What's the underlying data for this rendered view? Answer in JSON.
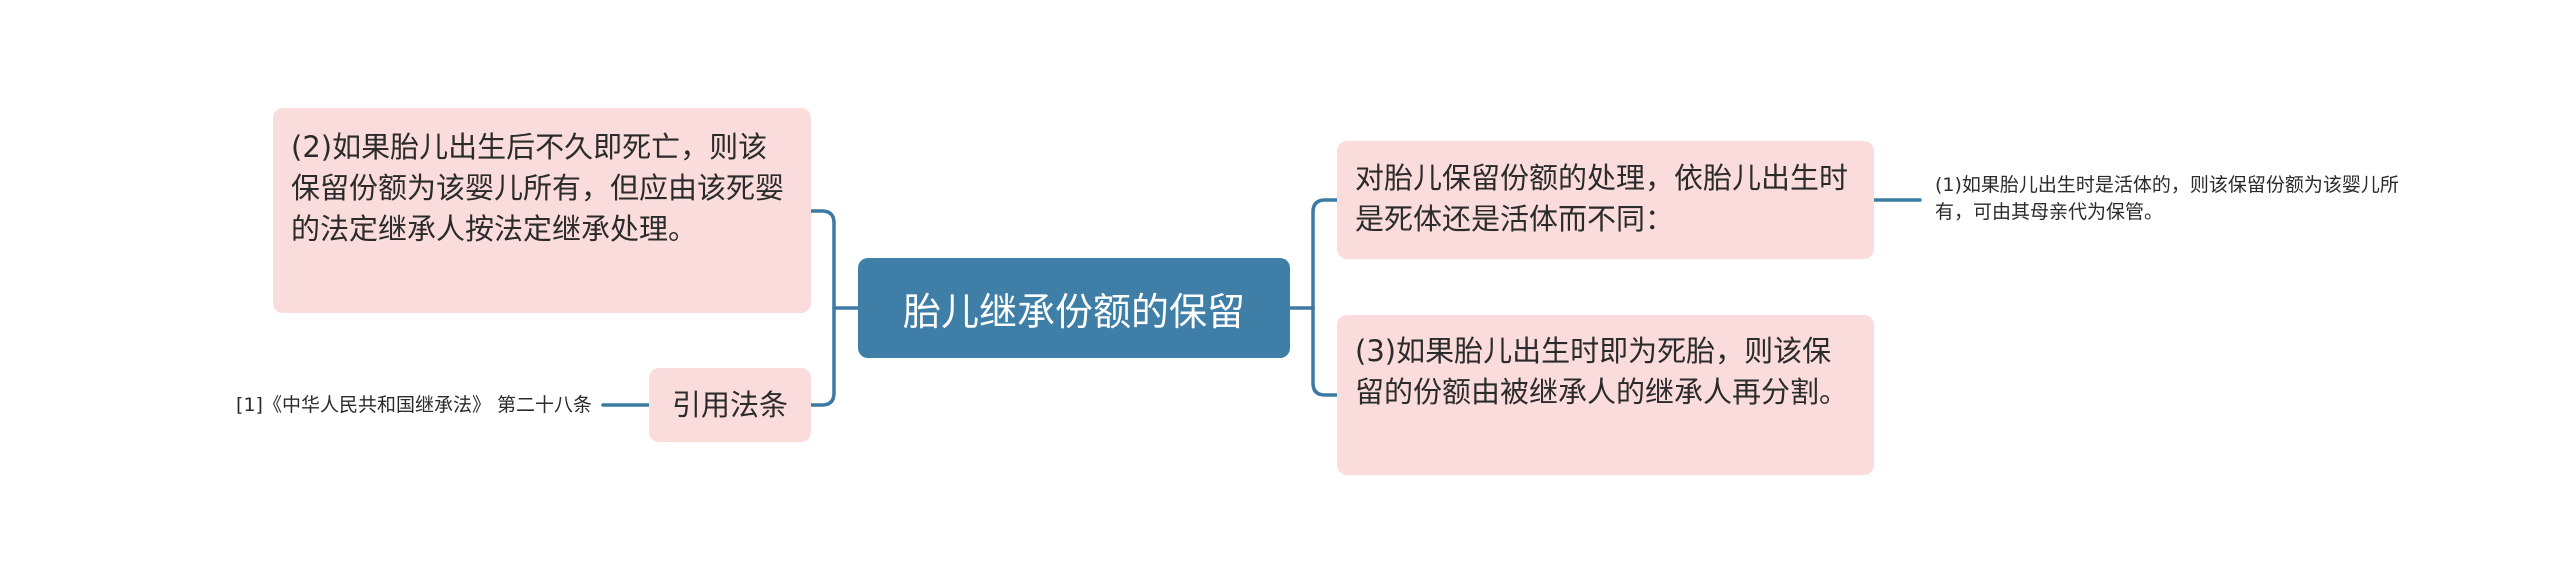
{
  "mindmap": {
    "root": {
      "label": "胎儿继承份额的保留"
    },
    "left": {
      "branch_death_after_birth": {
        "label": "(2)如果胎儿出生后不久即死亡，则该保留份额为该婴儿所有，但应由该死婴的法定继承人按法定继承处理。"
      },
      "branch_citation": {
        "label": "引用法条",
        "children": [
          {
            "label": "[1]《中华人民共和国继承法》 第二十八条"
          }
        ]
      }
    },
    "right": {
      "branch_handling": {
        "label": "对胎儿保留份额的处理，依胎儿出生时是死体还是活体而不同：",
        "children": [
          {
            "label": "(1)如果胎儿出生时是活体的，则该保留份额为该婴儿所有，可由其母亲代为保管。"
          }
        ]
      },
      "branch_stillborn": {
        "label": "(3)如果胎儿出生时即为死胎，则该保留的份额由被继承人的继承人再分割。"
      }
    }
  },
  "colors": {
    "root_bg": "#3f7ea6",
    "branch_bg": "#fbdcdc",
    "connector": "#3d7aa3",
    "text": "#2b2b2b",
    "root_text": "#ffffff"
  }
}
